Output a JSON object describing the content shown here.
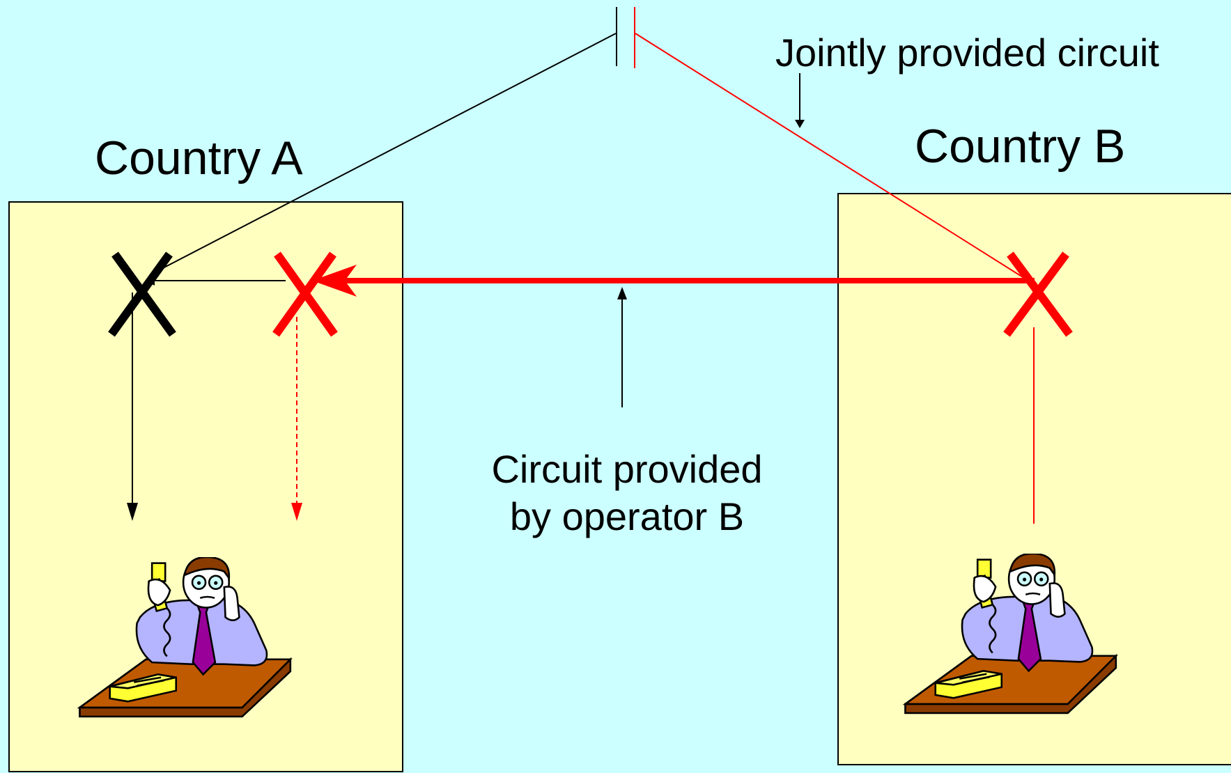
{
  "labels": {
    "jointly_provided": "Jointly provided circuit",
    "country_a": "Country A",
    "country_b": "Country B",
    "circuit_line1": "Circuit provided",
    "circuit_line2": "by operator B"
  },
  "colors": {
    "background": "#ccffff",
    "country_box": "#ffffc0",
    "operator_a": "#000000",
    "operator_b": "#ff0000",
    "desk": "#c05a00",
    "shirt": "#b4b4ff",
    "tie": "#990099",
    "phone": "#ffff33"
  }
}
